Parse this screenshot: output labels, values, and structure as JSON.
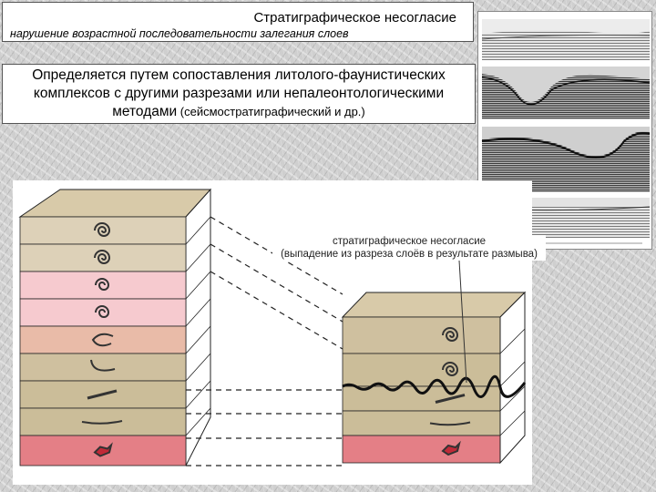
{
  "header": {
    "title": "Стратиграфическое несогласие",
    "subtitle": "нарушение возрастной последовательности залегания слоев"
  },
  "definition": {
    "line1": "Определяется путем сопоставления литолого-фаунистических",
    "line2": "комплексов с другими разрезами или непалеонтологическими",
    "line3_main": "методами",
    "line3_small": " (сейсмостратиграфический и др.)"
  },
  "diagram": {
    "callout_line1": "стратиграфическое несогласие",
    "callout_line2": "(выпадение из разреза слоёв в результате размыва)",
    "layer_colors_left": [
      "#ddd1b8",
      "#ddd1b8",
      "#f6cacf",
      "#f6cacf",
      "#e9bba8",
      "#cfc09f",
      "#cbbd99",
      "#cbbd99",
      "#e47f86"
    ],
    "fossils_left": [
      "ammonite",
      "ammonite",
      "ammonite-small",
      "ammonite-small",
      "ammonite-open",
      "hook",
      "belemnite",
      "shell-flat",
      "shard"
    ],
    "layer_colors_right": [
      "#cfc09f",
      "#cbbd99",
      "#cbbd99",
      "#cbbd99",
      "#e47f86"
    ]
  }
}
